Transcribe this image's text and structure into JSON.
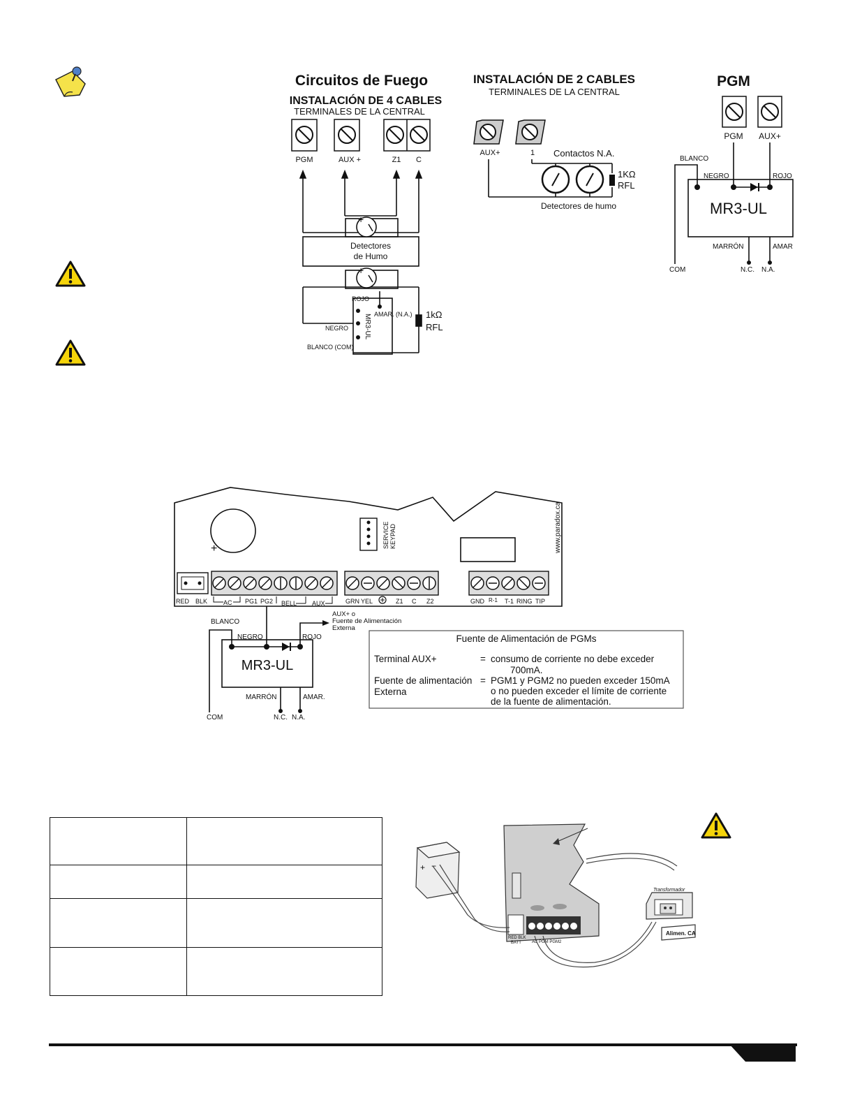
{
  "fire": {
    "title": "Circuitos de Fuego",
    "subtitle": "INSTALACIÓN DE 4 CABLES",
    "terminals_caption": "TERMINALES DE LA CENTRAL",
    "terminals": [
      "PGM",
      "AUX +",
      "Z1",
      "C"
    ],
    "detectors_label_1": "Detectores",
    "detectors_label_2": "de Humo",
    "rojo": "ROJO",
    "negro": "NEGRO",
    "blanco_com": "BLANCO (COM)",
    "amar": "AMAR. (N.A.)",
    "module": "MR3-UL",
    "resistor_1": "1kΩ",
    "resistor_2": "RFL"
  },
  "two_wire": {
    "title": "INSTALACIÓN DE 2 CABLES",
    "terminals_caption": "TERMINALES DE LA CENTRAL",
    "terminals": [
      "AUX+",
      "1"
    ],
    "contacts": "Contactos N.A.",
    "detectors": "Detectores de humo",
    "resistor_1": "1KΩ",
    "resistor_2": "RFL"
  },
  "pgm": {
    "title": "PGM",
    "terminals": [
      "PGM",
      "AUX+"
    ],
    "blanco": "BLANCO",
    "negro": "NEGRO",
    "rojo": "ROJO",
    "module": "MR3-UL",
    "marron": "MARRÓN",
    "amar": "AMAR",
    "com": "COM",
    "nc": "N.C.",
    "na": "N.A."
  },
  "board": {
    "service_1": "SERVICE",
    "service_2": "KEYPAD",
    "website": "www.paradox.ca",
    "labels": [
      "RED",
      "BLK",
      "AC",
      "PG1",
      "PG2",
      "BELL",
      "AUX",
      "GRN",
      "YEL",
      "Z1",
      "C",
      "Z2",
      "GND",
      "R-1",
      "T-1",
      "RING",
      "TIP"
    ],
    "aux_note_1": "AUX+ o",
    "aux_note_2": "Fuente de Alimentación",
    "aux_note_3": "Externa",
    "blanco": "BLANCO",
    "negro": "NEGRO",
    "rojo": "ROJO",
    "module": "MR3-UL",
    "marron": "MARRÓN",
    "amar": "AMAR.",
    "com": "COM",
    "nc": "N.C.",
    "na": "N.A."
  },
  "power_box": {
    "title": "Fuente de Alimentación de PGMs",
    "row1_left": "Terminal AUX+",
    "row1_eq": "=",
    "row1_right_1": "consumo de corriente no debe exceder",
    "row1_right_2": "700mA.",
    "row2_left_1": "Fuente de alimentación",
    "row2_left_2": "Externa",
    "row2_eq": "=",
    "row2_right_1": "PGM1 y PGM2 no pueden exceder 150mA",
    "row2_right_2": "o no pueden exceder el límite de corriente",
    "row2_right_3": "de la fuente de alimentación."
  },
  "wiring_photo": {
    "transformer": "Transformador",
    "ac_label": "Alimen. CA",
    "batt_1": "RED BLK",
    "batt_2": "BATT",
    "terminals": "AC  PGM PGM2"
  }
}
